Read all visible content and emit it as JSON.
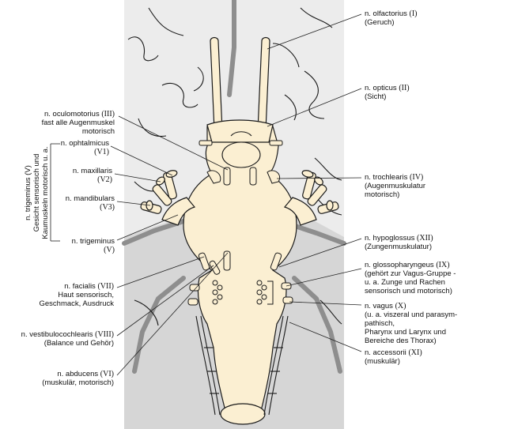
{
  "labels": {
    "olfactorius": {
      "line1": "n. olfactorius",
      "roman": "(I)",
      "line2": "(Geruch)"
    },
    "opticus": {
      "line1": "n. opticus",
      "roman": "(II)",
      "line2": "(Sicht)"
    },
    "oculomotorius": {
      "line1": "n. oculomotorius",
      "roman": "(III)",
      "line2": "fast alle Augenmuskel",
      "line3": "motorisch"
    },
    "ophtalmicus": {
      "line1": "n. ophtalmicus",
      "line2": "(V1)"
    },
    "maxillaris": {
      "line1": "n. maxillaris",
      "line2": "(V2)"
    },
    "mandibulars": {
      "line1": "n. mandibulars",
      "line2": "(V3)"
    },
    "trigeminus_branch": {
      "line1": "n. trigeminus",
      "line2": "(V)"
    },
    "trigeminus_side": {
      "line1": "n. trigeminus (V)",
      "line2": "Gesicht sensorisch und",
      "line3": "Kaumuskeln motorisch u. a."
    },
    "trochlearis": {
      "line1": "n. trochlearis",
      "roman": "(IV)",
      "line2": "(Augenmuskulatur",
      "line3": "motorisch)"
    },
    "hypoglossus": {
      "line1": "n. hypoglossus",
      "roman": "(XII)",
      "line2": "(Zungenmuskulatur)"
    },
    "glossopharyngeus": {
      "line1": "n. glossopharyngeus",
      "roman": "(IX)",
      "line2": "(gehört zur Vagus-Gruppe -",
      "line3": "u. a. Zunge und Rachen",
      "line4": "sensorisch und motorisch)"
    },
    "vagus": {
      "line1": "n. vagus",
      "roman": "(X)",
      "line2": "(u. a. viszeral und parasym-",
      "line3": "pathisch,",
      "line4": "Pharynx und Larynx und",
      "line5": "Bereiche des Thorax)"
    },
    "accessorii": {
      "line1": "n. accessorii",
      "roman": "(XI)",
      "line2": "(muskulär)"
    },
    "facialis": {
      "line1": "n. facialis",
      "roman": "(VII)",
      "line2": "Haut sensorisch,",
      "line3": "Geschmack, Ausdruck"
    },
    "vestibulocochlearis": {
      "line1": "n. vestibulocochlearis",
      "roman": "(VIII)",
      "line2": "(Balance und Gehör)"
    },
    "abducens": {
      "line1": "n. abducens",
      "roman": "(VI)",
      "line2": "(muskulär, motorisch)"
    }
  },
  "colors": {
    "background_brain": "#ececec",
    "lower_region": "#d6d6d6",
    "sulcus": "#8e8e8e",
    "nerve_fill": "#fbefd2",
    "outline": "#1a1a1a"
  }
}
